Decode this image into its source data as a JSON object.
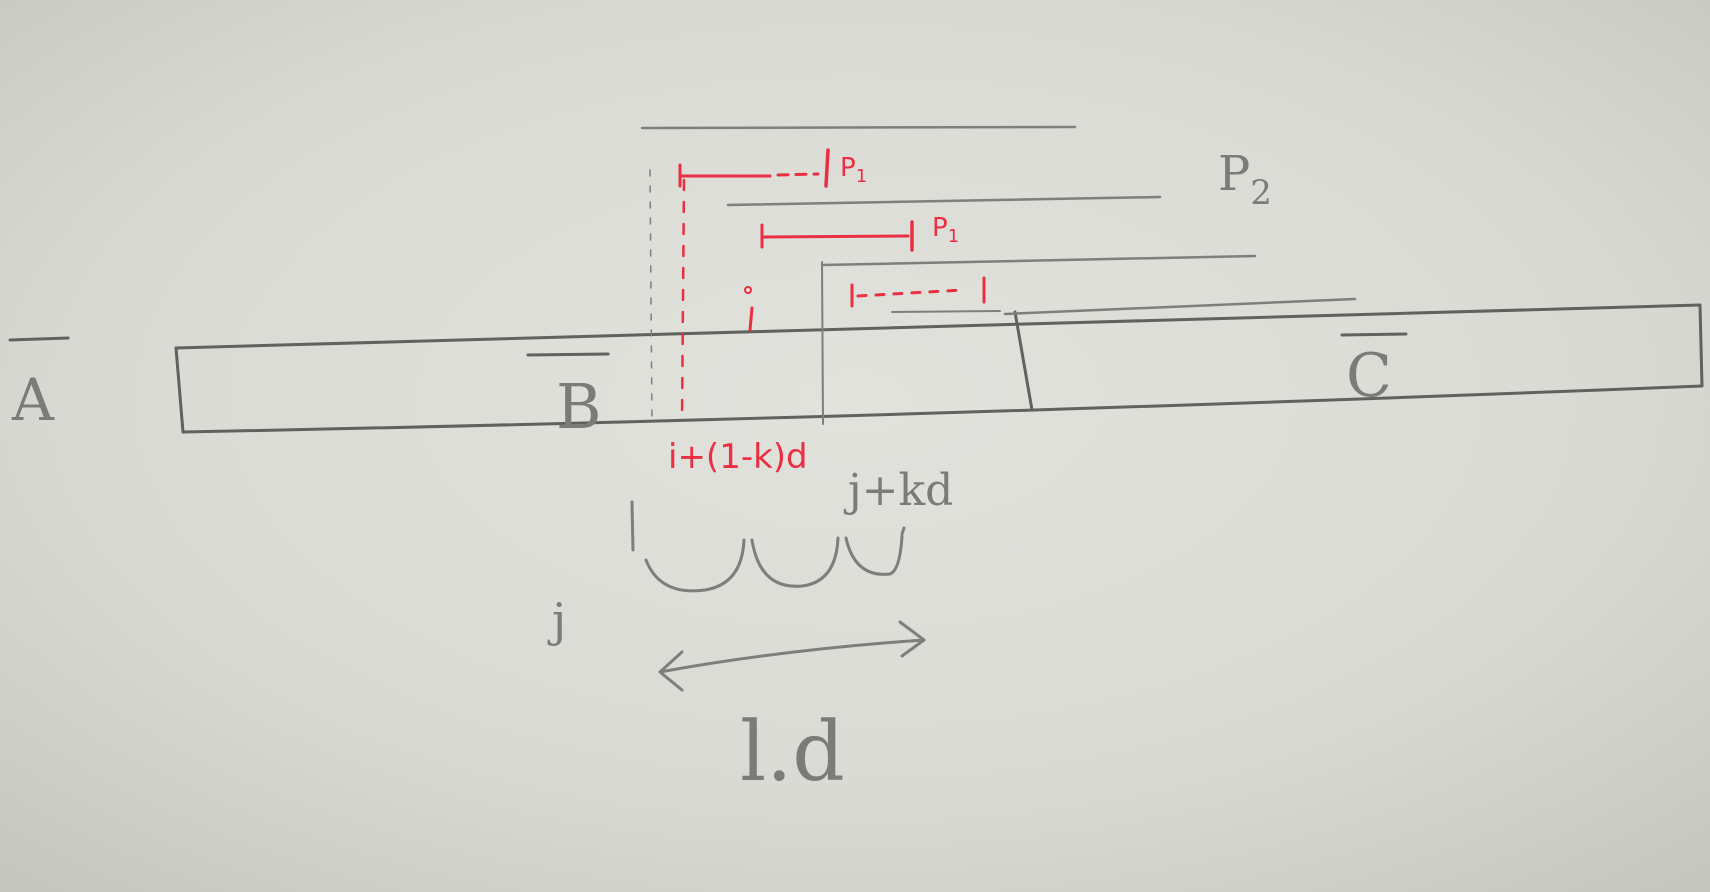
{
  "labels": {
    "a": "A",
    "b": "B",
    "c": "C",
    "p2": "P2",
    "p1_first": "P1",
    "p1_second": "P1",
    "i": "i",
    "j": "j",
    "red_index": "i+(1-k)d",
    "grey_index": "j+kd",
    "length": "l.d"
  },
  "colors": {
    "paper": "#dcdcd6",
    "pencil": "#7d7f7b",
    "red_ink": "#ea2f43"
  }
}
